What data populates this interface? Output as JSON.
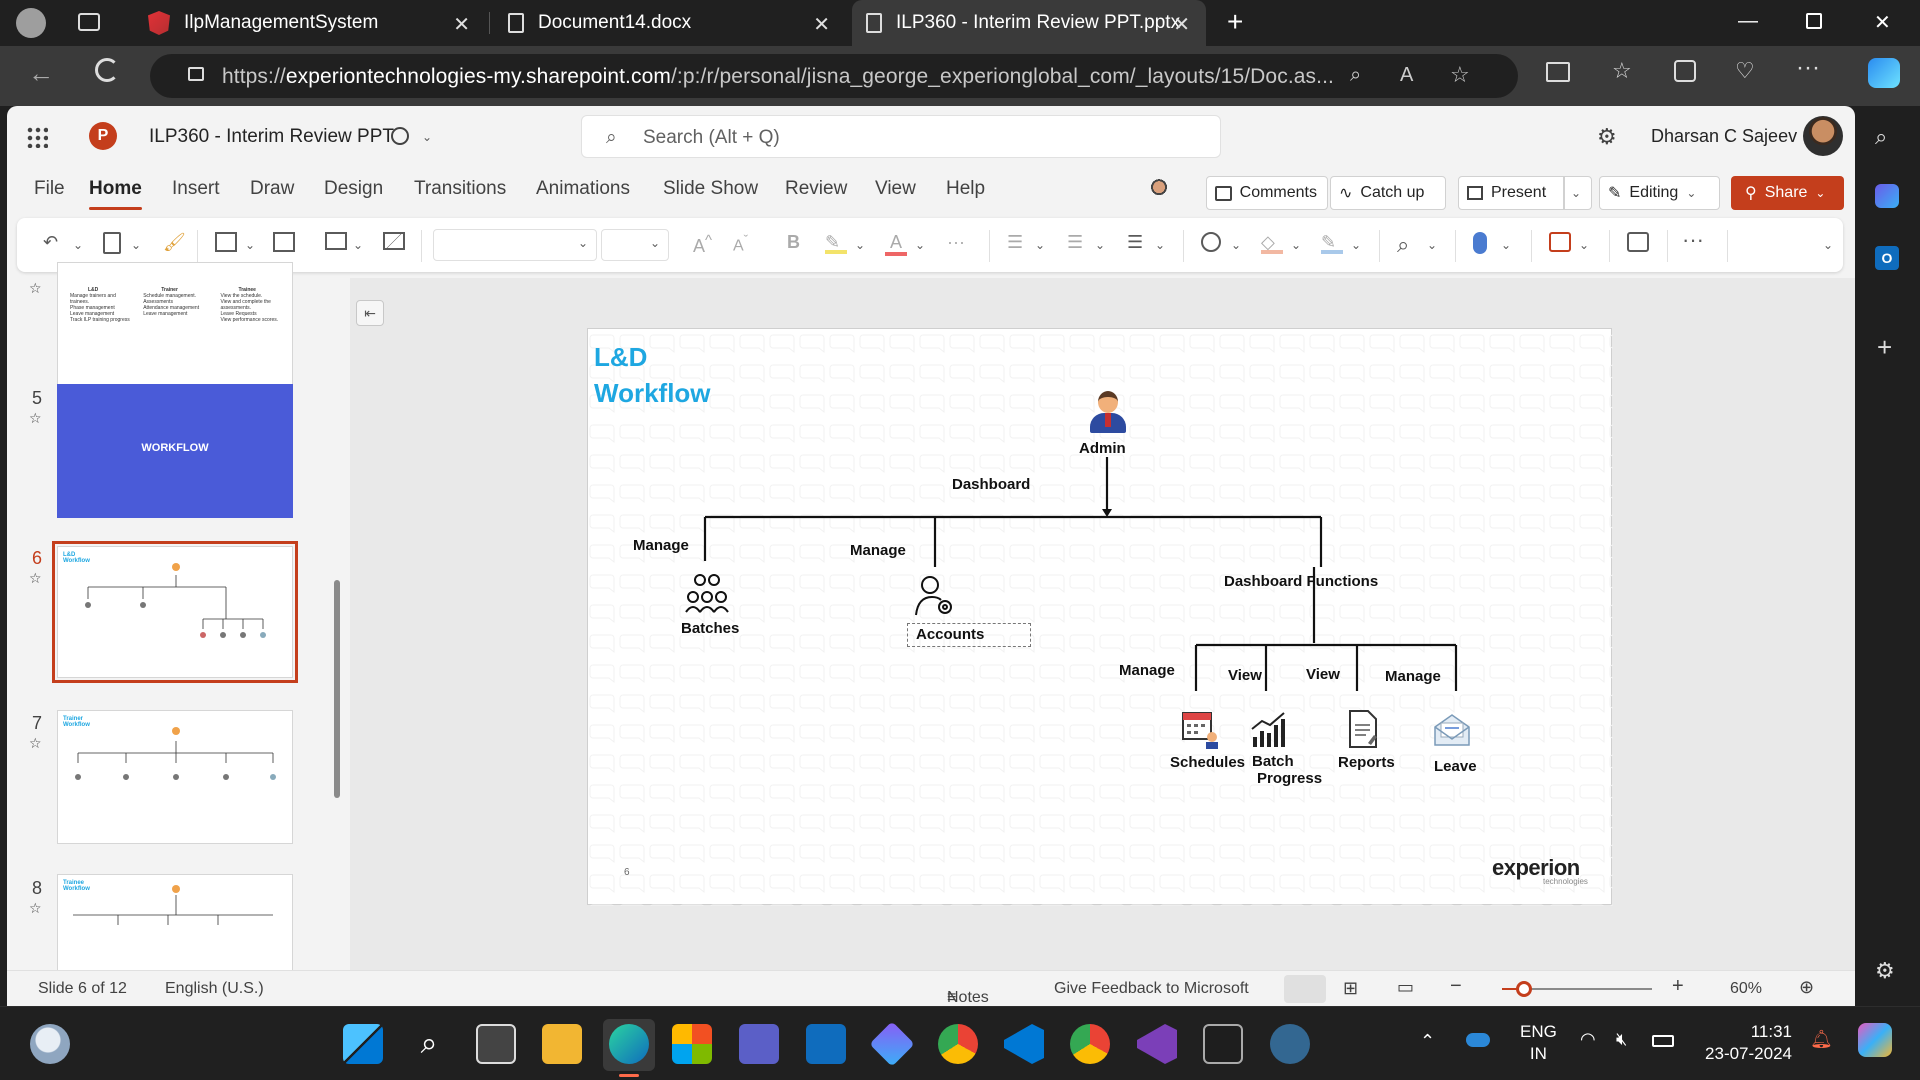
{
  "browser": {
    "tabs": [
      {
        "label": "IlpManagementSystem"
      },
      {
        "label": "Document14.docx"
      },
      {
        "label": "ILP360 - Interim Review PPT.pptx"
      }
    ],
    "url_prefix": "https://",
    "url_host": "experiontechnologies-my.sharepoint.com",
    "url_path": "/:p:/r/personal/jisna_george_experionglobal_com/_layouts/15/Doc.as..."
  },
  "app": {
    "doc_title": "ILP360 - Interim Review PPT",
    "search_placeholder": "Search (Alt + Q)",
    "user_name": "Dharsan C Sajeev",
    "menus": [
      "File",
      "Home",
      "Insert",
      "Draw",
      "Design",
      "Transitions",
      "Animations",
      "Slide Show",
      "Review",
      "View",
      "Help"
    ],
    "active_menu": "Home",
    "buttons": {
      "comments": "Comments",
      "catchup": "Catch up",
      "present": "Present",
      "editing": "Editing",
      "share": "Share"
    },
    "accent_color": "#c43e1c"
  },
  "thumbnails": {
    "slide4": {
      "cols": [
        {
          "title": "L&D",
          "items": [
            "Manage trainers and trainees.",
            "Phase management",
            "Leave management",
            "Track ILP training progress"
          ]
        },
        {
          "title": "Trainer",
          "items": [
            "Schedule management.",
            "Assessments",
            "Attendance management",
            "Leave management"
          ]
        },
        {
          "title": "Trainee",
          "items": [
            "View the schedule.",
            "View and complete the assessments.",
            "Leave Requests",
            "View performance scores."
          ]
        }
      ]
    },
    "slides": [
      {
        "num": "5",
        "title": "WORKFLOW"
      },
      {
        "num": "6",
        "title": "L&D Workflow"
      },
      {
        "num": "7",
        "title": "Trainer Workflow"
      },
      {
        "num": "8",
        "title": "Trainee Workflow"
      }
    ]
  },
  "slide": {
    "title_line1": "L&D",
    "title_line2": "Workflow",
    "admin": "Admin",
    "dashboard": "Dashboard",
    "manage1": "Manage",
    "batches": "Batches",
    "manage2": "Manage",
    "accounts": "Accounts",
    "dashboard_functions": "Dashboard Functions",
    "manage3": "Manage",
    "view1": "View",
    "view2": "View",
    "manage4": "Manage",
    "schedules": "Schedules",
    "batch": "Batch",
    "progress": "Progress",
    "reports": "Reports",
    "leave": "Leave",
    "page_number": "6",
    "logo": "experion",
    "logo_sub": "technologies",
    "title_color": "#1ea7e1"
  },
  "status": {
    "slide_info": "Slide 6 of 12",
    "language": "English (U.S.)",
    "notes": "Notes",
    "feedback": "Give Feedback to Microsoft",
    "zoom": "60%"
  },
  "taskbar": {
    "lang_top": "ENG",
    "lang_bottom": "IN",
    "time": "11:31",
    "date": "23-07-2024"
  }
}
